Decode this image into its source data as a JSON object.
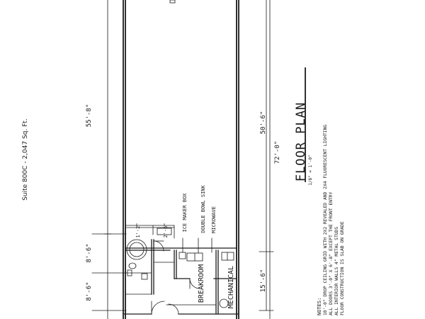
{
  "suite_label": "Suite 800C - 2,047 Sq. Ft.",
  "dimensions": {
    "top_length": "55'-8\"",
    "upper_width_1": "8'-6\"",
    "upper_width_2": "8'-6\"",
    "inner_length": "50'-6\"",
    "overall_length": "72'-0\"",
    "rear_length": "15'-6\"",
    "small_top": "1'-2\"",
    "small_mid": "2'-6\""
  },
  "rooms": {
    "breakroom": "BREAKROOM",
    "mechanical": "MECHANICAL"
  },
  "fixtures": {
    "ice_maker": "ICE MAKER BOX",
    "sink": "DOUBLE BOWL SINK",
    "microwave": "MICROWAVE"
  },
  "title": {
    "heading": "FLOOR PLAN",
    "scale": "1/8\" = 1'-0\""
  },
  "notes": {
    "heading": "NOTES:",
    "lines": [
      "10'-0\" DROP CEILING GRID WITH 2X2 REVEALED AND 2X4 FLUORESCENT LIGHTING",
      "ALL DOORS 3'-0\" X 6'-8\" EXCEPT THE FRONT ENTRY",
      "ALL INTERIOR WALLS 4\" METAL STUDS",
      "FLOOR CONSTRUCTION IS SLAB ON GRADE"
    ]
  }
}
